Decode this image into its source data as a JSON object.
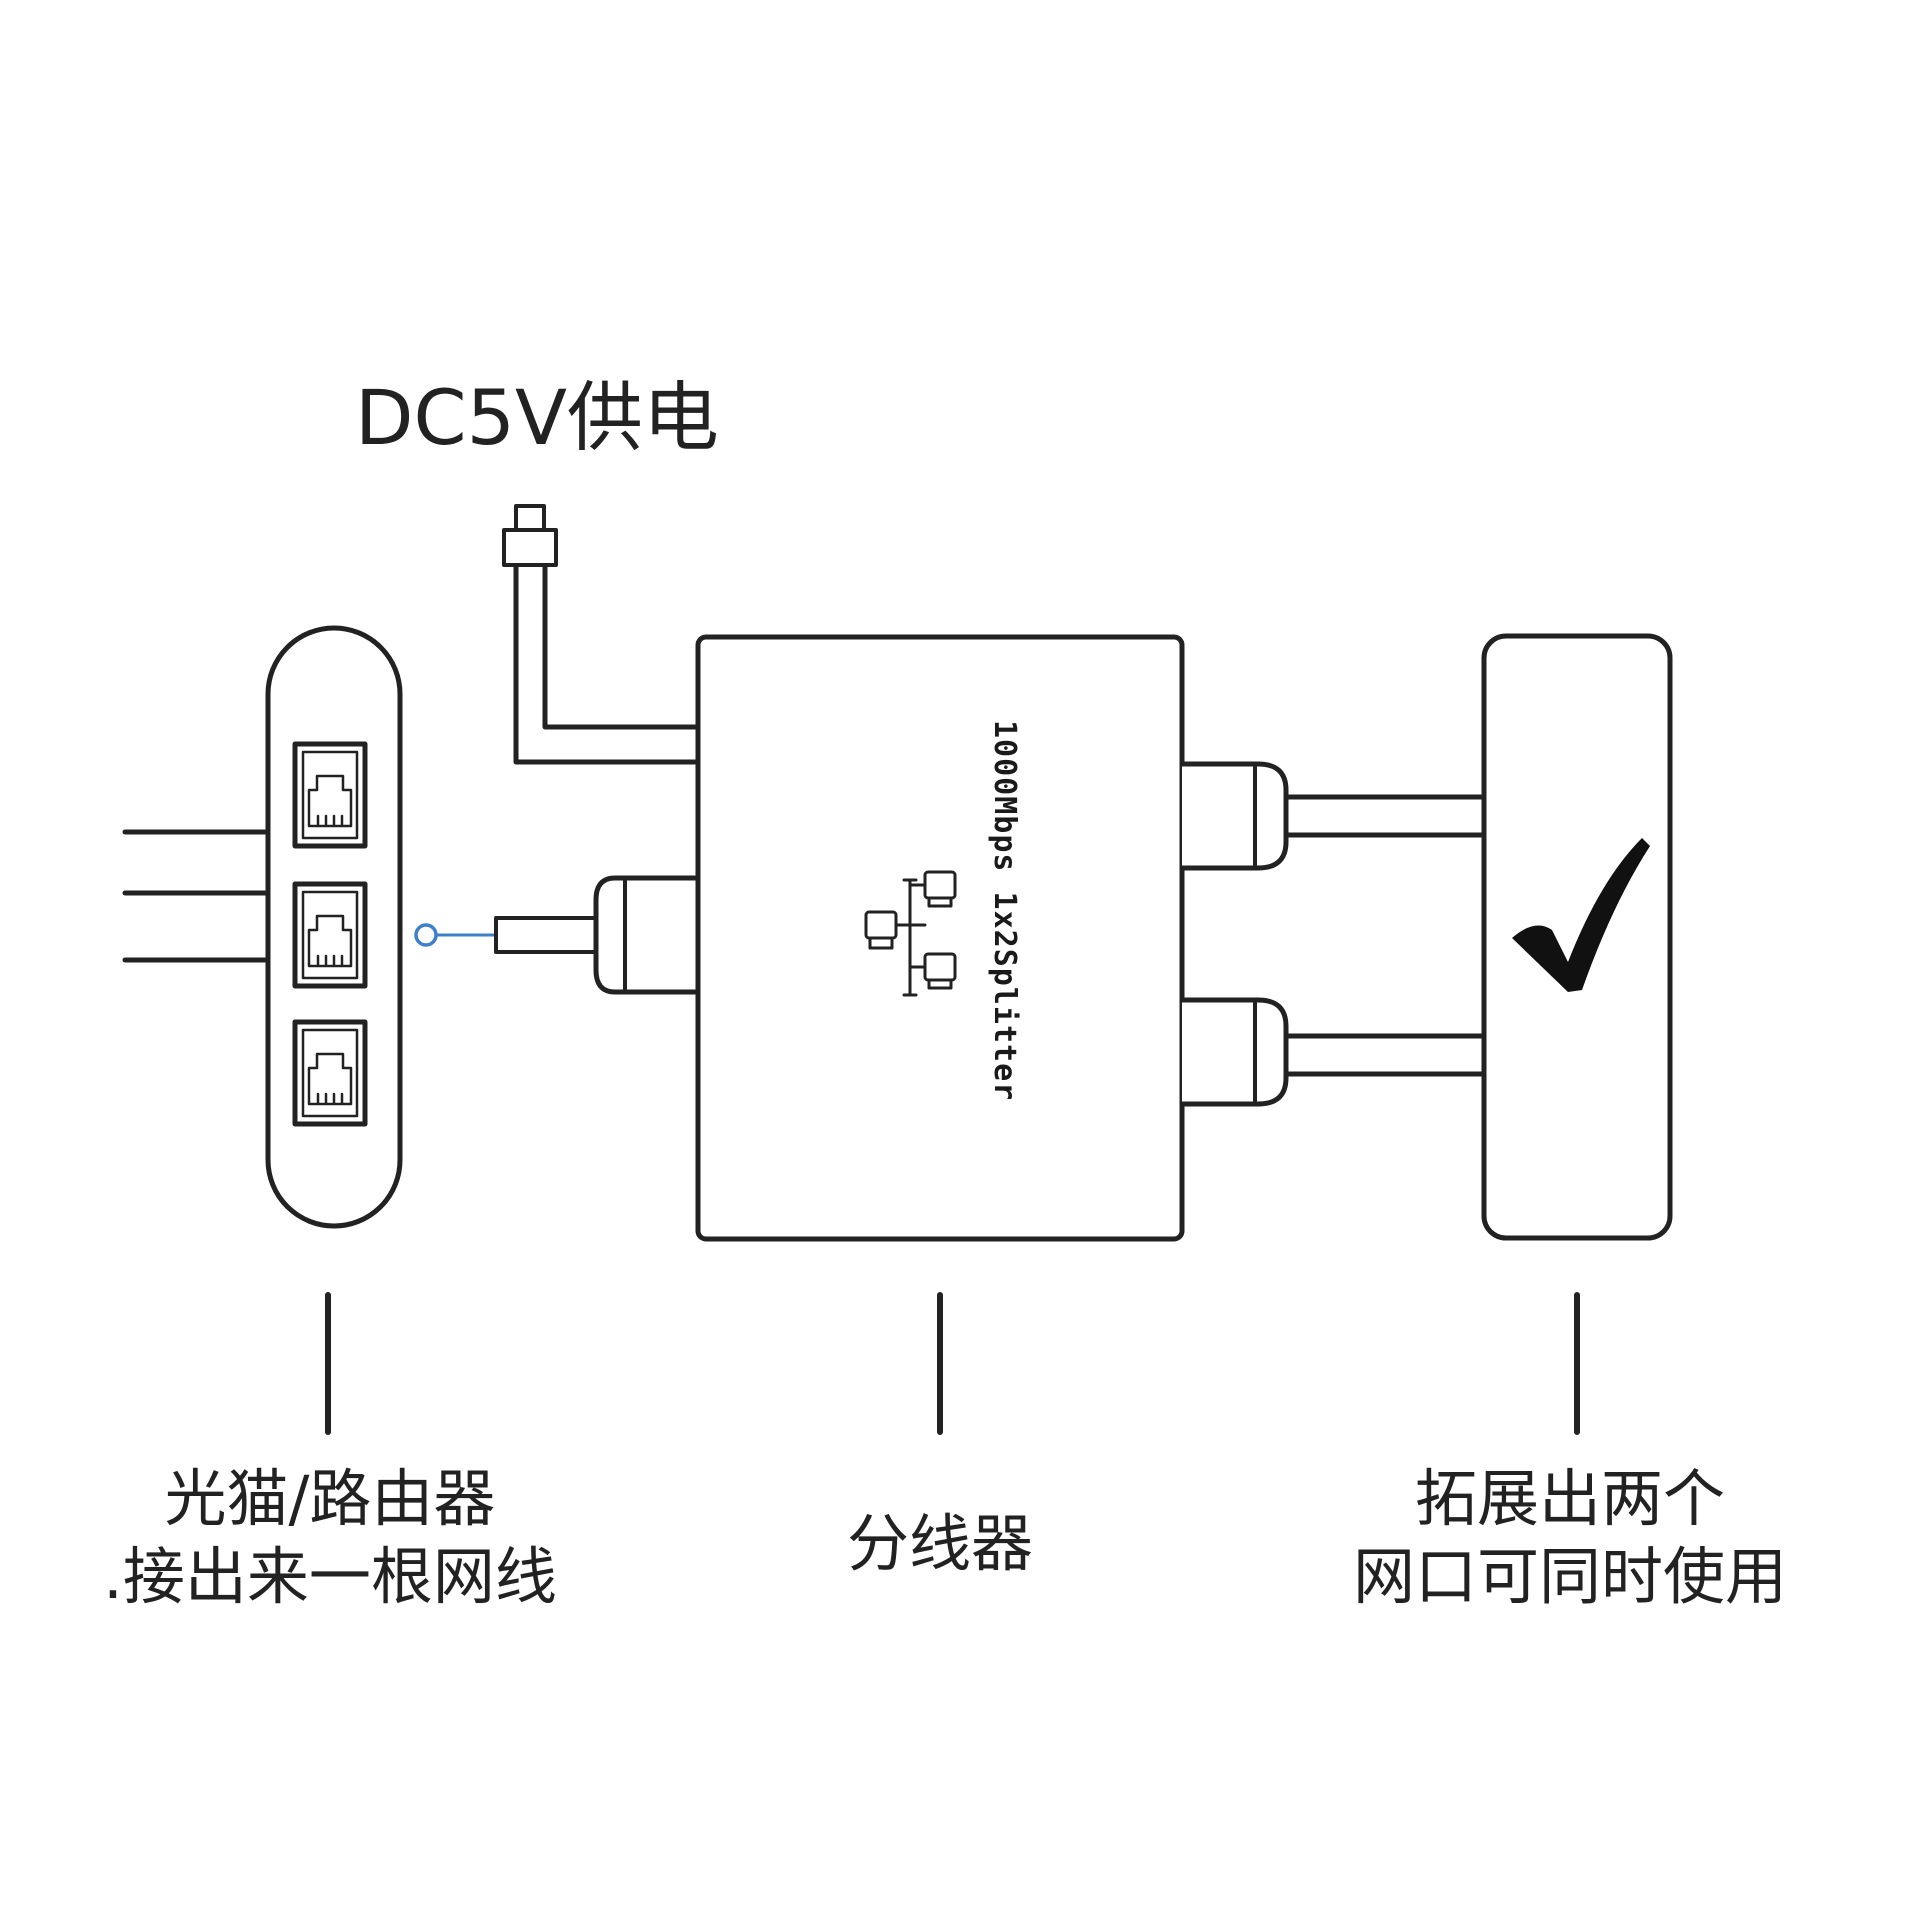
{
  "power": {
    "label": "DC5V供电"
  },
  "router": {
    "caption_line1": "光猫/路由器",
    "caption_line2": ".接出来一根网线"
  },
  "splitter": {
    "body_text": "1000Mbps 1x2Splitter",
    "caption": "分线器"
  },
  "devices": {
    "caption_line1": "拓展出两个",
    "caption_line2": "网口可同时使用"
  },
  "colors": {
    "stroke": "#222222",
    "connector_accent": "#3d7fc8",
    "background": "#ffffff"
  },
  "icons": [
    "ethernet-port-icon",
    "network-topology-icon",
    "checkmark-icon"
  ]
}
